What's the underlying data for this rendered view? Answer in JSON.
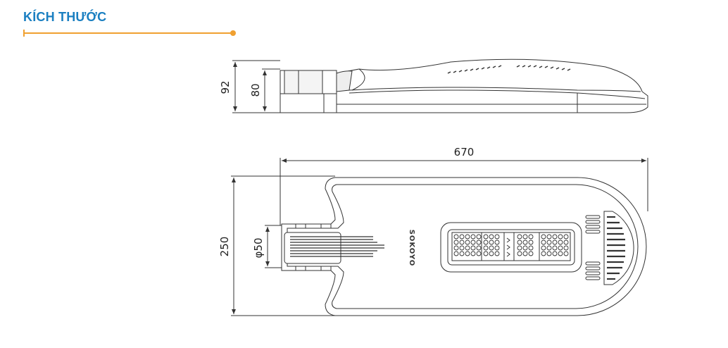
{
  "section": {
    "title": "KÍCH THƯỚC"
  },
  "colors": {
    "accent_blue": "#1a7fc1",
    "accent_orange": "#f0a030",
    "line": "#333333"
  },
  "dimensions": {
    "total_height": "92",
    "body_height": "80",
    "length": "670",
    "width": "250",
    "pole_diameter": "φ50"
  },
  "brand_text": "SOKOYO"
}
